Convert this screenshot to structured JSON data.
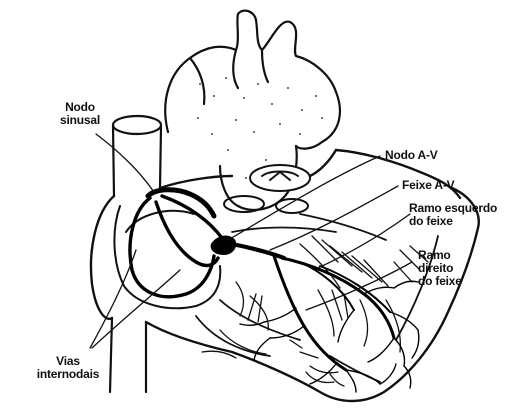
{
  "colors": {
    "ink": "#111111",
    "background": "#ffffff"
  },
  "labels": {
    "sa_node": {
      "line1": "Nodo",
      "line2": "sinusal"
    },
    "av_node": "Nodo A-V",
    "his_bundle": "Feixe A-V",
    "left_branch": {
      "line1": "Ramo esquerdo",
      "line2": "do feixe"
    },
    "right_branch": {
      "line1": "Ramo",
      "line2": "direito",
      "line3": "do feixe"
    },
    "internodal": {
      "line1": "Vias",
      "line2": "internodais"
    }
  }
}
